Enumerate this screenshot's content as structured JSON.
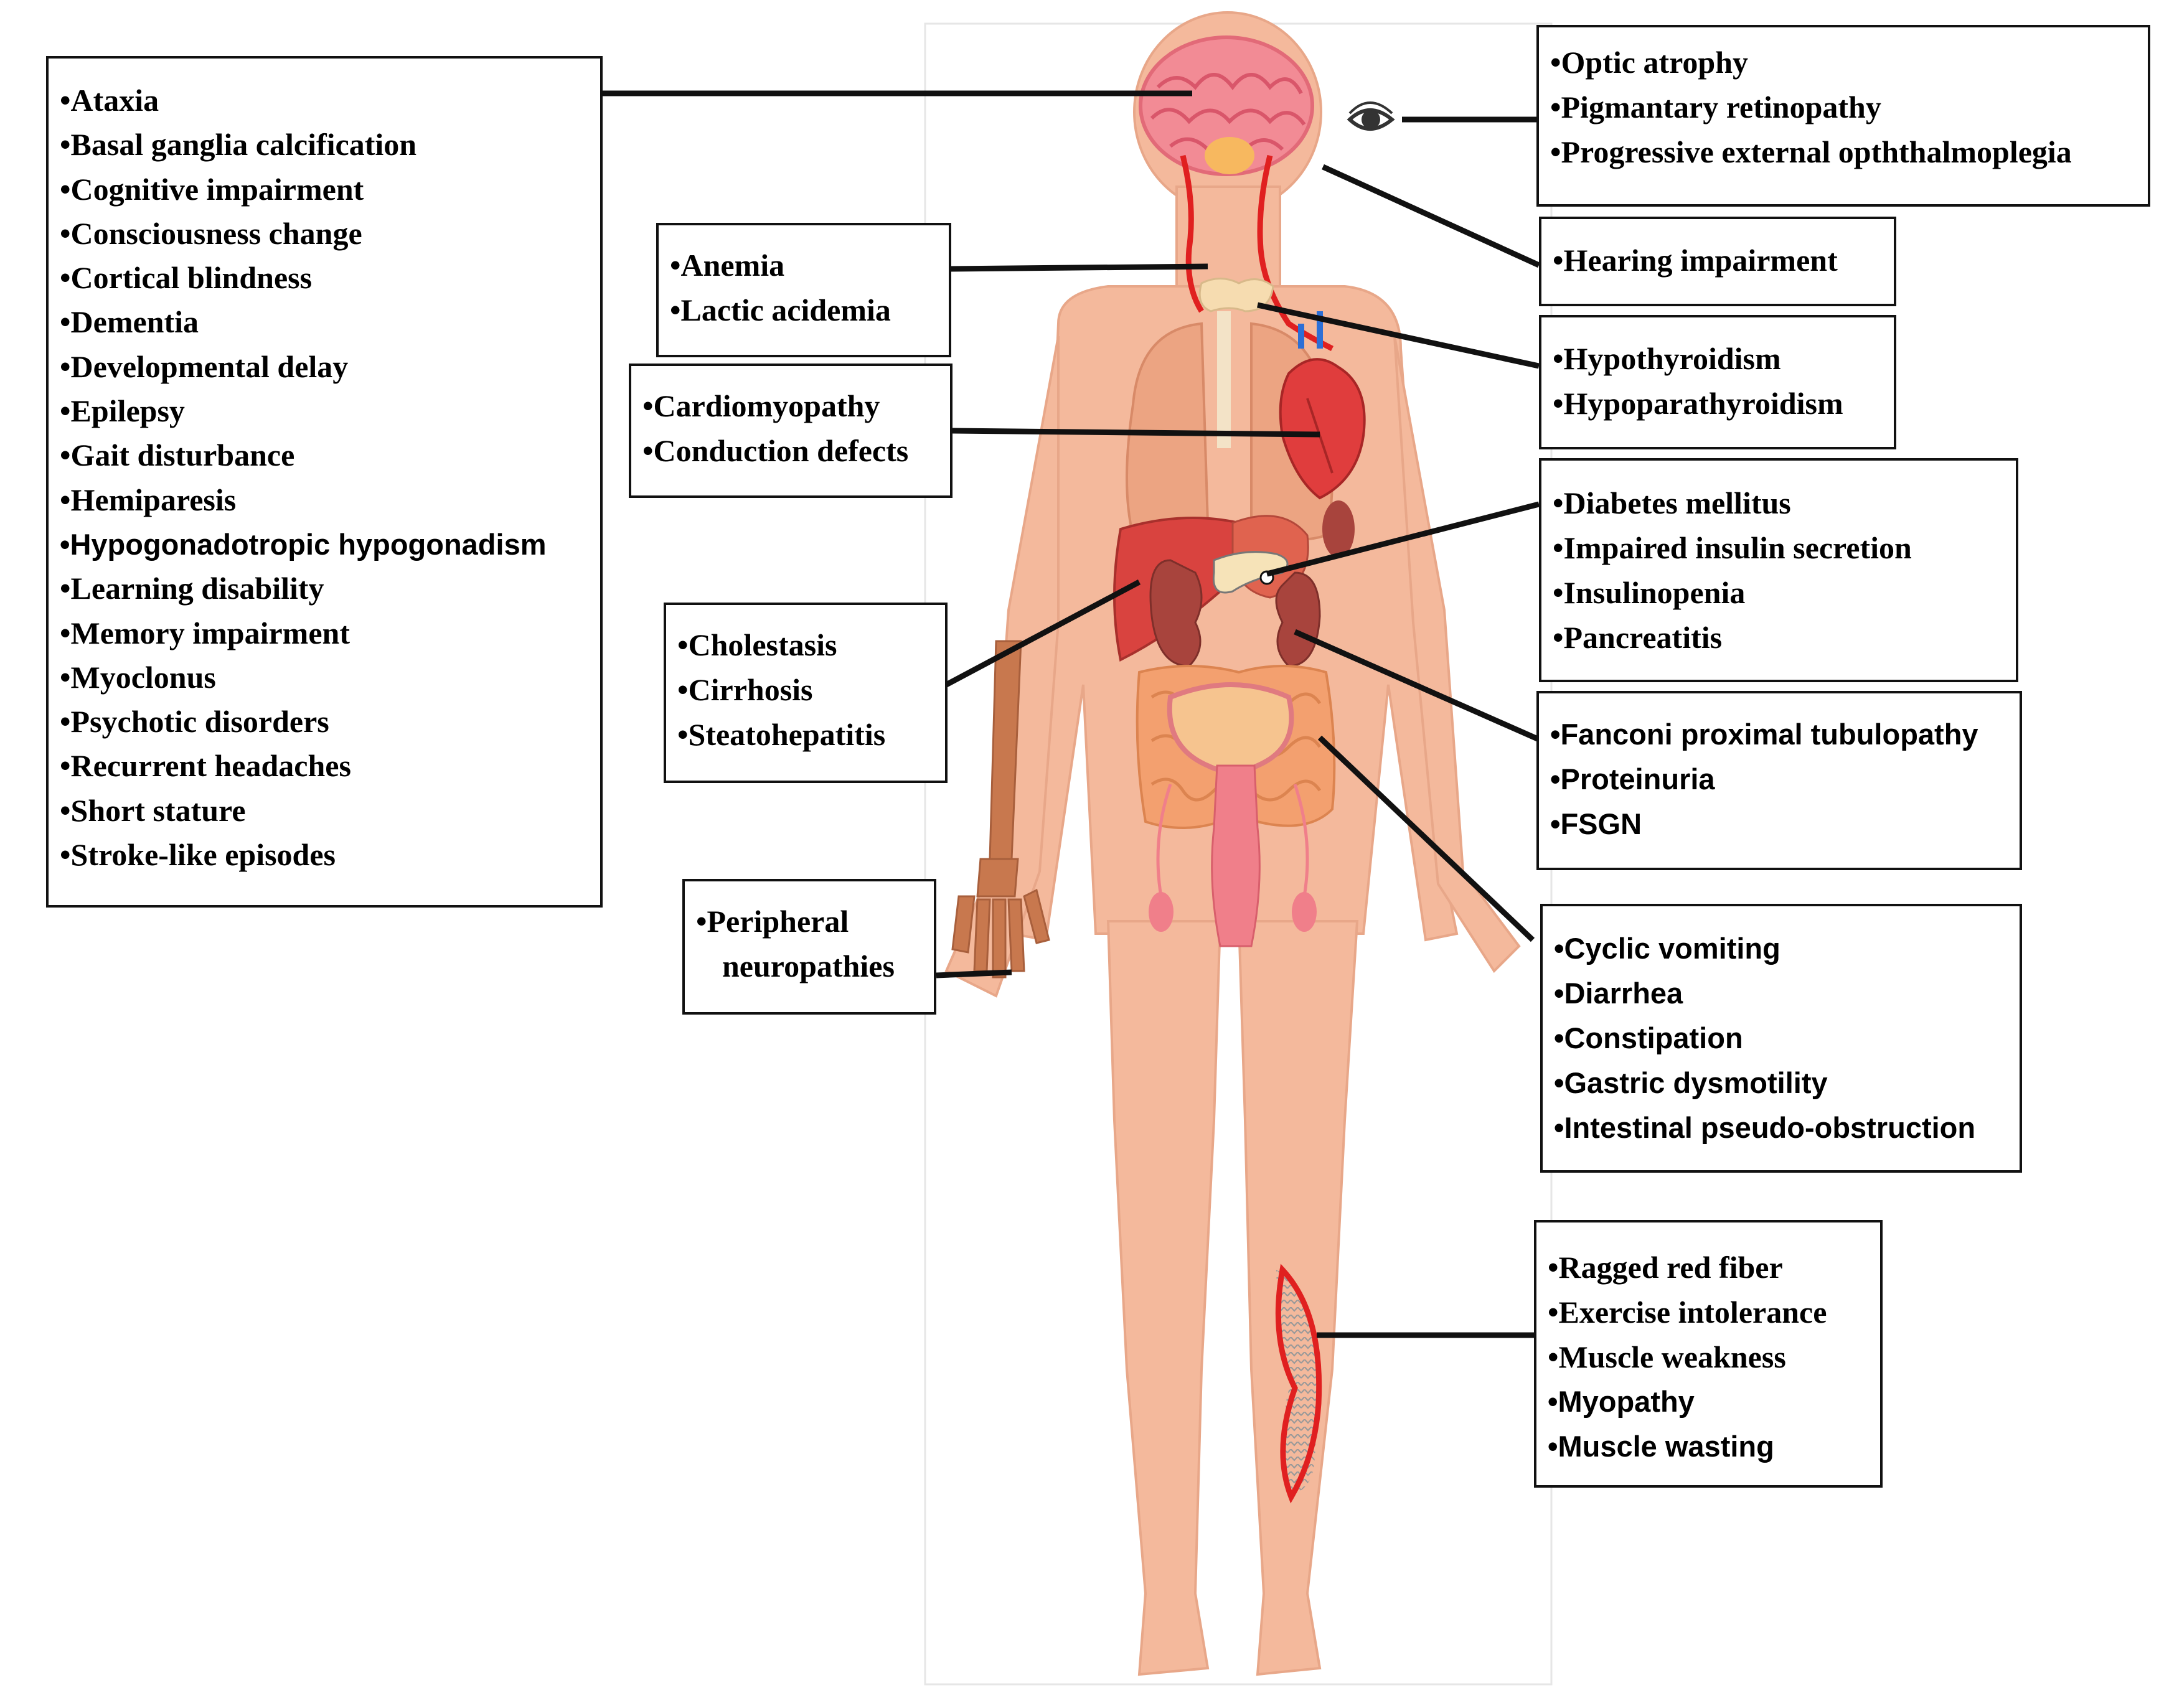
{
  "figure": {
    "colors": {
      "skin": "#f4b99c",
      "skin_outline": "#e8a789",
      "brain": "#f28b95",
      "organ_red": "#d9433f",
      "kidney": "#a8443d",
      "intestine": "#f3a06f",
      "bone": "#c8784e",
      "line": "#111111",
      "muscle_outline": "#e02020"
    },
    "icons": [
      "brain-icon",
      "eye-icon",
      "thyroid-icon",
      "lungs-icon",
      "heart-icon",
      "liver-icon",
      "pancreas-icon",
      "kidneys-icon",
      "intestines-icon",
      "bladder-icon",
      "arm-bone-icon",
      "muscle-icon"
    ]
  },
  "boxes": {
    "brain": [
      "Ataxia",
      "Basal ganglia calcification",
      "Cognitive impairment",
      "Consciousness change",
      "Cortical blindness",
      "Dementia",
      "Developmental delay",
      "Epilepsy",
      "Gait disturbance",
      "Hemiparesis",
      "Hypogonadotropic hypogonadism",
      "Learning disability",
      "Memory impairment",
      "Myoclonus",
      "Psychotic disorders",
      "Recurrent headaches",
      "Short stature",
      "Stroke-like episodes"
    ],
    "blood": [
      "Anemia",
      "Lactic acidemia"
    ],
    "heart": [
      "Cardiomyopathy",
      "Conduction defects"
    ],
    "liver": [
      "Cholestasis",
      "Cirrhosis",
      "Steatohepatitis"
    ],
    "nerve": [
      "Peripheral",
      "neuropathies"
    ],
    "eye": [
      "Optic atrophy",
      "Pigmantary retinopathy",
      "Progressive external opththalmoplegia"
    ],
    "ear": [
      "Hearing impairment"
    ],
    "endocrine": [
      "Hypothyroidism",
      "Hypoparathyroidism"
    ],
    "pancreas": [
      "Diabetes mellitus",
      "Impaired insulin secretion",
      "Insulinopenia",
      "Pancreatitis"
    ],
    "kidney": [
      "Fanconi proximal tubulopathy",
      "Proteinuria",
      "FSGN"
    ],
    "gi": [
      "Cyclic vomiting",
      "Diarrhea",
      "Constipation",
      "Gastric dysmotility",
      "Intestinal pseudo-obstruction"
    ],
    "muscle": [
      "Ragged red fiber",
      "Exercise intolerance",
      "Muscle weakness",
      "Myopathy",
      "Muscle wasting"
    ]
  }
}
